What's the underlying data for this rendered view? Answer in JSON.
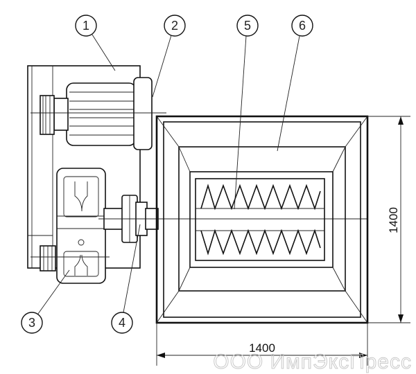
{
  "diagram": {
    "callouts": [
      "1",
      "2",
      "3",
      "4",
      "5",
      "6"
    ],
    "dimension_vertical": "1400",
    "dimension_horizontal": "1400",
    "watermark": "ООО ИмпЭксПресс"
  }
}
